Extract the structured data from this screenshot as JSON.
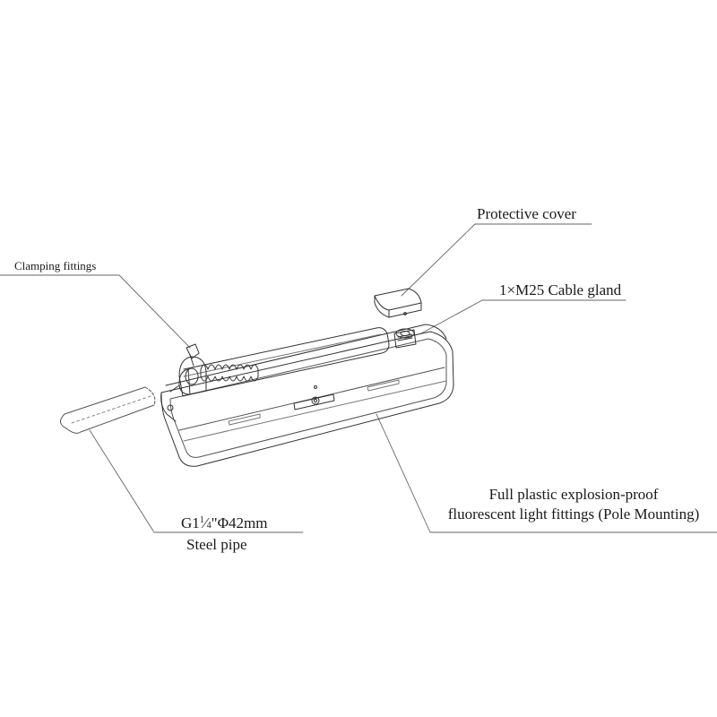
{
  "labels": {
    "protective_cover": "Protective cover",
    "clamping_fittings": "Clamping fittings",
    "cable_gland": "1×M25 Cable gland",
    "fitting_line1": "Full plastic explosion-proof",
    "fitting_line2": "fluorescent light fittings (Pole Mounting)",
    "pipe_size_prefix": "G1",
    "pipe_size_num": "1",
    "pipe_size_den": "4",
    "pipe_size_suffix": "\"Φ42mm",
    "steel_pipe": "Steel pipe"
  }
}
